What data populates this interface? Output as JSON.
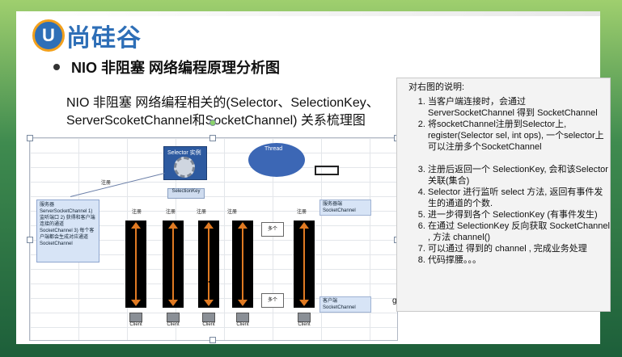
{
  "logo": {
    "mark": "U",
    "text": "尚硅谷"
  },
  "title": "NIO 非阻塞 网络编程原理分析图",
  "subtitle": "NIO 非阻塞 网络编程相关的(Selector、SelectionKey、ServerScoketChannel和SocketChannel) 关系梳理图",
  "diagram": {
    "selector_label": "Selector 实例",
    "thread_label": "Thread",
    "selection_key": "SelectionKey",
    "register_label": "注册",
    "server_note": "服务器 ServerSocketChannel 1) 监听端口 2) 获得和客户端连接的通道 SocketChannel 3) 每个客户端都会生成对应通道 SocketChannel",
    "server_tag": "服务器端 SocketChannel",
    "client_tag": "客户端 SocketChannel",
    "many": "多个",
    "client": "Client",
    "partial": "gx"
  },
  "panel": {
    "heading": "对右图的说明:",
    "items": [
      "当客户端连接时，会通过ServerSocketChannel 得到 SocketChannel",
      "将socketChannel注册到Selector上, register(Selector sel, int ops), 一个selector上可以注册多个SocketChannel",
      "注册后返回一个 SelectionKey, 会和该Selector 关联(集合)",
      "Selector 进行监听 select 方法, 返回有事件发生的通道的个数.",
      "进一步得到各个 SelectionKey (有事件发生)",
      "在通过 SelectionKey 反向获取 SocketChannel , 方法 channel()",
      "可以通过 得到的 channel , 完成业务处理",
      "代码撑腰。。。"
    ]
  }
}
